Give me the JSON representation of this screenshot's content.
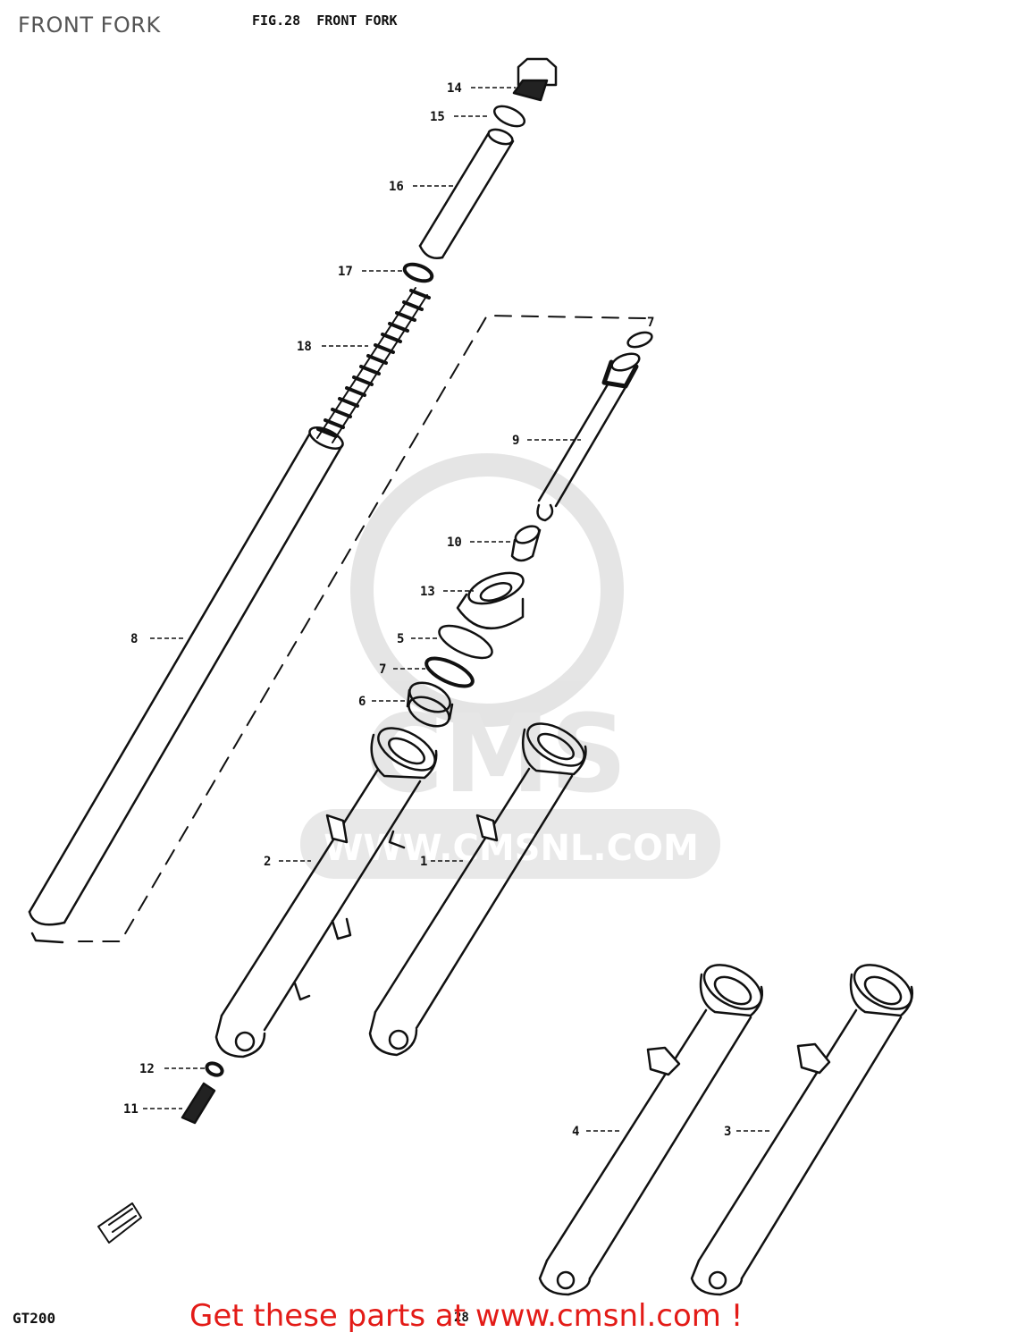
{
  "page_title": "FRONT FORK",
  "figure_title": "FIG.28  FRONT FORK",
  "watermark": {
    "brand": "CMS",
    "url": "WWW.CMSNL.COM"
  },
  "callouts": {
    "c14": "14",
    "c15": "15",
    "c16": "16",
    "c17": "17",
    "c18": "18",
    "c7a": "7",
    "c9": "9",
    "c10": "10",
    "c13": "13",
    "c5": "5",
    "c7b": "7",
    "c6": "6",
    "c8": "8",
    "c2": "2",
    "c1": "1",
    "c12": "12",
    "c11": "11",
    "c4": "4",
    "c3": "3"
  },
  "footer": {
    "model": "GT200",
    "page": "28",
    "cta": "Get these parts at www.cmsnl.com !"
  },
  "colors": {
    "cta": "#e31b17",
    "ink": "#111111",
    "watermark": "#cccccc"
  }
}
